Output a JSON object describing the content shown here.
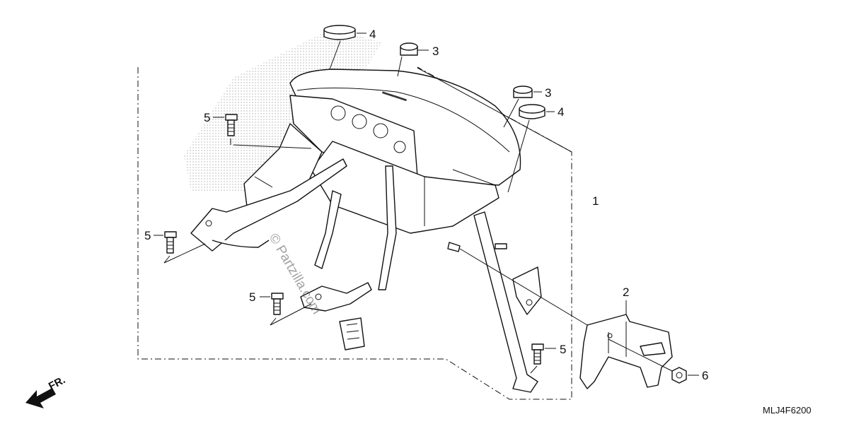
{
  "callouts": {
    "c1": "1",
    "c2": "2",
    "c3a": "3",
    "c3b": "3",
    "c4a": "4",
    "c4b": "4",
    "c5a": "5",
    "c5b": "5",
    "c5c": "5",
    "c5d": "5",
    "c6": "6"
  },
  "diagram_code": "MLJ4F6200",
  "direction_label": "FR.",
  "watermark": "© Partzilla.com"
}
